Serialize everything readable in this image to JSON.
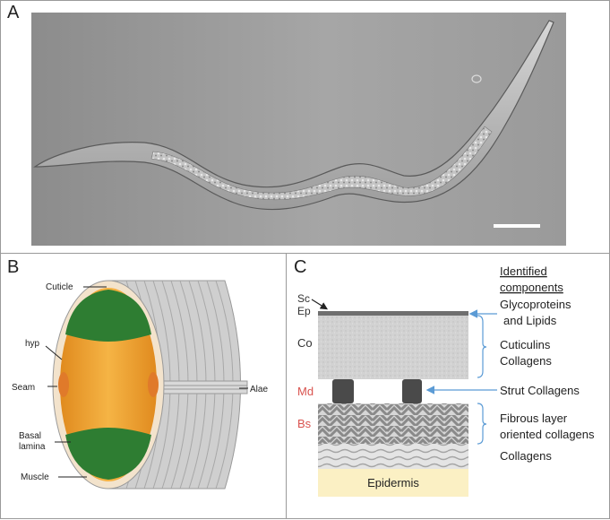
{
  "panel_a": {
    "letter": "A"
  },
  "panel_b": {
    "letter": "B",
    "labels": {
      "cuticle": "Cuticle",
      "hyp": "hyp",
      "seam": "Seam",
      "basal_1": "Basal",
      "basal_2": "lamina",
      "muscle": "Muscle",
      "alae": "Alae"
    }
  },
  "panel_c": {
    "letter": "C",
    "heading_1": "Identified",
    "heading_2": "components",
    "layers": {
      "sc": "Sc",
      "ep": "Ep",
      "co": "Co",
      "md": "Md",
      "bs": "Bs"
    },
    "components": {
      "glyco_1": "Glycoproteins",
      "glyco_2": "and Lipids",
      "cuticulins": "Cuticulins",
      "collagens_1": "Collagens",
      "strut": "Strut Collagens",
      "fibrous_1": "Fibrous layer",
      "fibrous_2": "oriented collagens",
      "collagens_2": "Collagens"
    },
    "epidermis": "Epidermis"
  },
  "colors": {
    "md_bs_label": "#d9534f",
    "arrow": "#5b9bd5",
    "bracket": "#5b9bd5",
    "epidermis": "#fbf0c4",
    "muscle": "#2e7d32",
    "hypodermis": "#f0a030"
  }
}
